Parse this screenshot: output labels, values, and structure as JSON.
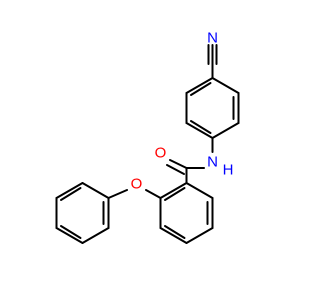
{
  "molecule": {
    "atoms": [
      {
        "id": "atom-n-nitrile",
        "label": "N",
        "color": "#0000ff"
      },
      {
        "id": "atom-n-amide",
        "label": "N",
        "color": "#0000ff"
      },
      {
        "id": "atom-h-amide",
        "label": "H",
        "color": "#0000ff"
      },
      {
        "id": "atom-o-carbonyl",
        "label": "O",
        "color": "#ff0000"
      },
      {
        "id": "atom-o-ether",
        "label": "O",
        "color": "#ff0000"
      }
    ]
  }
}
